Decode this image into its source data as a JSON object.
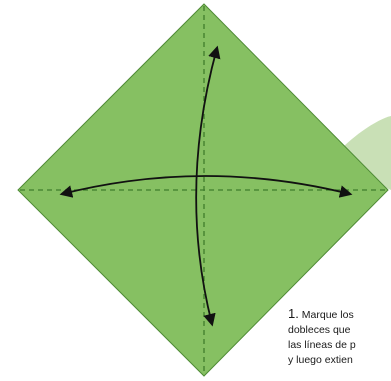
{
  "step": {
    "number": "1.",
    "lines": [
      "Marque los",
      "dobleces que",
      "las líneas de p",
      "y luego extien"
    ]
  },
  "colors": {
    "paper": "#86c062",
    "paper_edge": "#4e8a35",
    "fold_line": "#3f7d2c",
    "arrow": "#111111",
    "background_shape": "#c9e0b6"
  },
  "icons": {
    "arrow_horizontal": "double-headed-curved-arrow",
    "arrow_vertical": "double-headed-curved-arrow"
  }
}
